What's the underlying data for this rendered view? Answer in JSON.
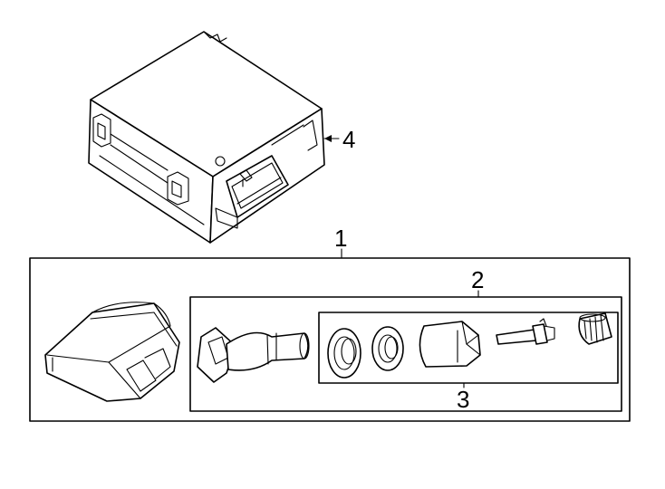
{
  "callouts": {
    "c1": "1",
    "c2": "2",
    "c3": "3",
    "c4": "4"
  },
  "parts": [
    "tpms-control-module-icon",
    "tpms-sensor-body-icon",
    "valve-stem-icon",
    "grommet-icon",
    "seal-washer-icon",
    "valve-nut-icon",
    "valve-core-icon",
    "valve-cap-icon"
  ]
}
